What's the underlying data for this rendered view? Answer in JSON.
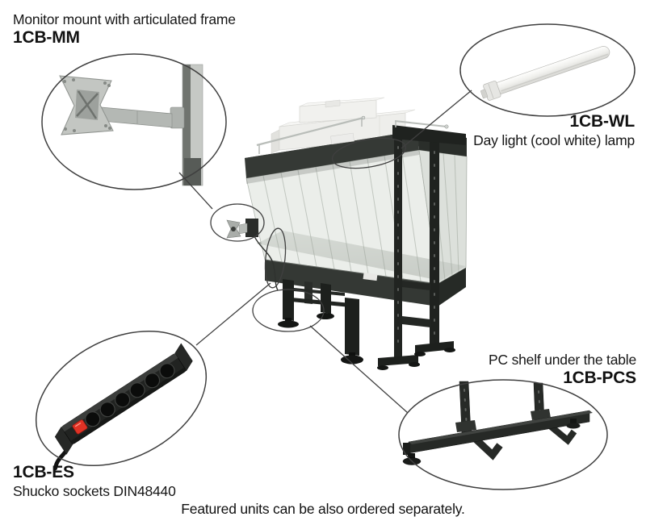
{
  "footer_note": "Featured units can be also ordered separately.",
  "callouts": [
    {
      "id": "monitor-mount",
      "title": "Monitor mount with articulated frame",
      "code": "1CB-MM",
      "image": "articulated-monitor-mount-photo"
    },
    {
      "id": "day-light-lamp",
      "code": "1CB-WL",
      "title": "Day light (cool white) lamp",
      "image": "fluorescent-tube-lamp-photo"
    },
    {
      "id": "power-sockets",
      "code": "1CB-ES",
      "title": "Shucko sockets DIN48440",
      "image": "power-strip-6-sockets-photo"
    },
    {
      "id": "pc-shelf",
      "title": "PC shelf under the table",
      "code": "1CB-PCS",
      "image": "pc-shelf-frame-photo"
    }
  ],
  "colors": {
    "background": "#ffffff",
    "text": "#1a1a1a",
    "callout_line": "#3f3f3f",
    "frame_dark": "#242724",
    "metal_silver": "#c0c4c0",
    "curtain": "#e2e6e1",
    "switch_red": "#d5291c"
  }
}
